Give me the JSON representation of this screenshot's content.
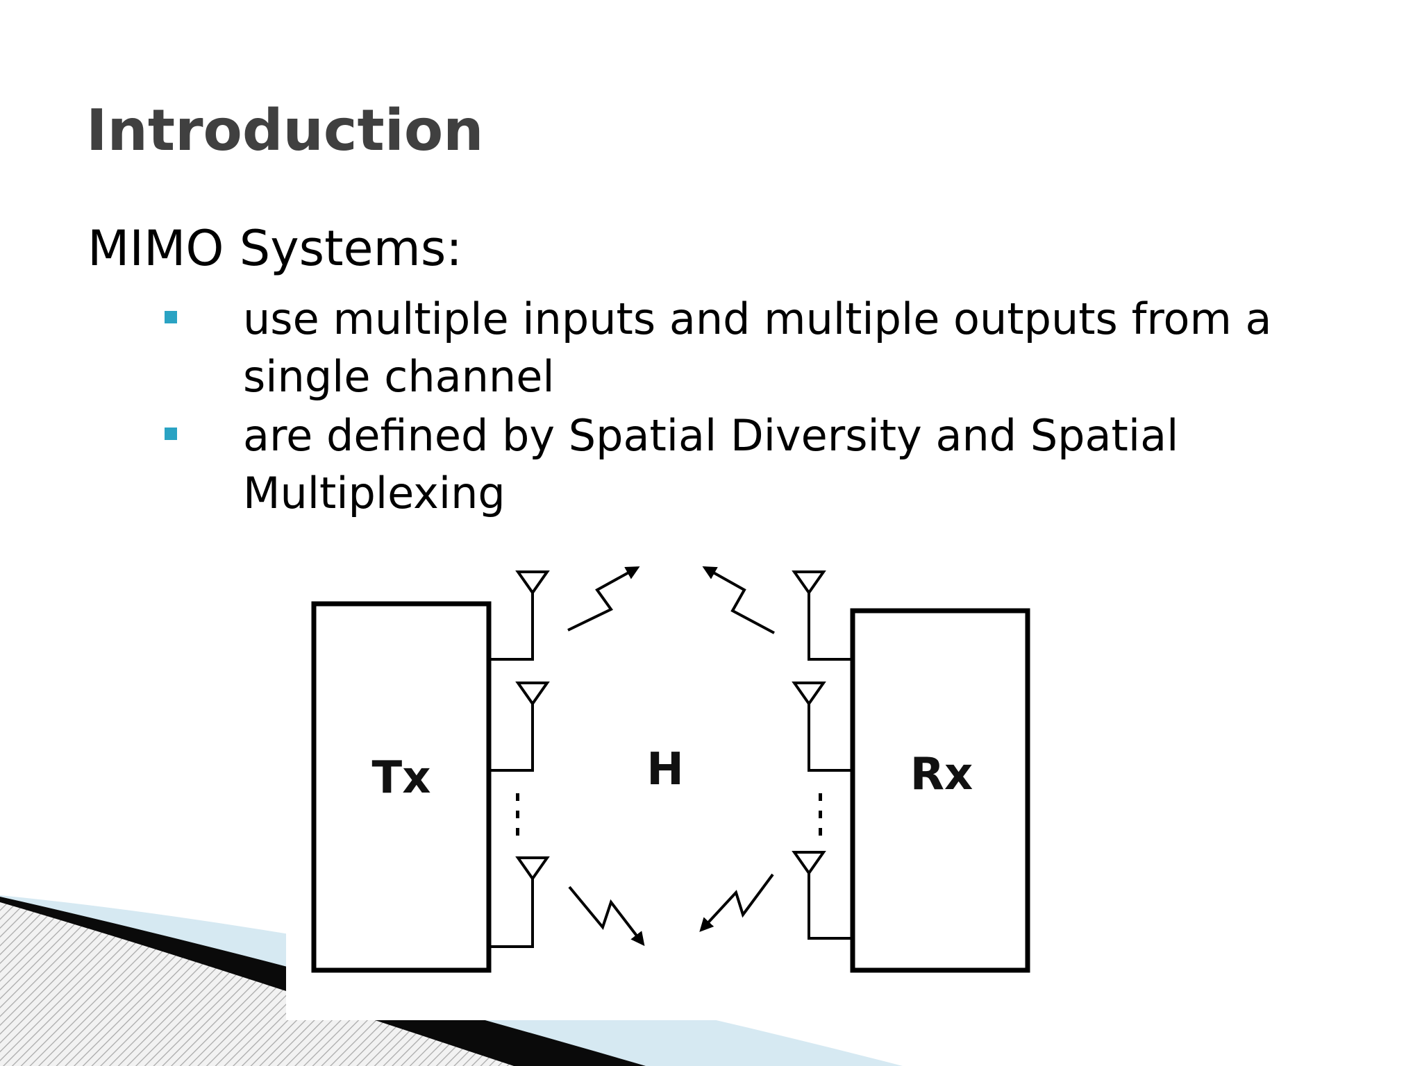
{
  "slide": {
    "title": "Introduction",
    "heading": "MIMO Systems:",
    "bullets": [
      "use multiple inputs and multiple outputs from a single channel",
      "are defined by Spatial Diversity and Spatial Multiplexing"
    ]
  },
  "diagram": {
    "transmitter_label": "Tx",
    "receiver_label": "Rx",
    "channel_label": "H"
  },
  "colors": {
    "title": "#404040",
    "bullet_marker": "#2aa3c3",
    "wave_light": "#d6e9f2",
    "diagram_stroke": "#000000"
  }
}
